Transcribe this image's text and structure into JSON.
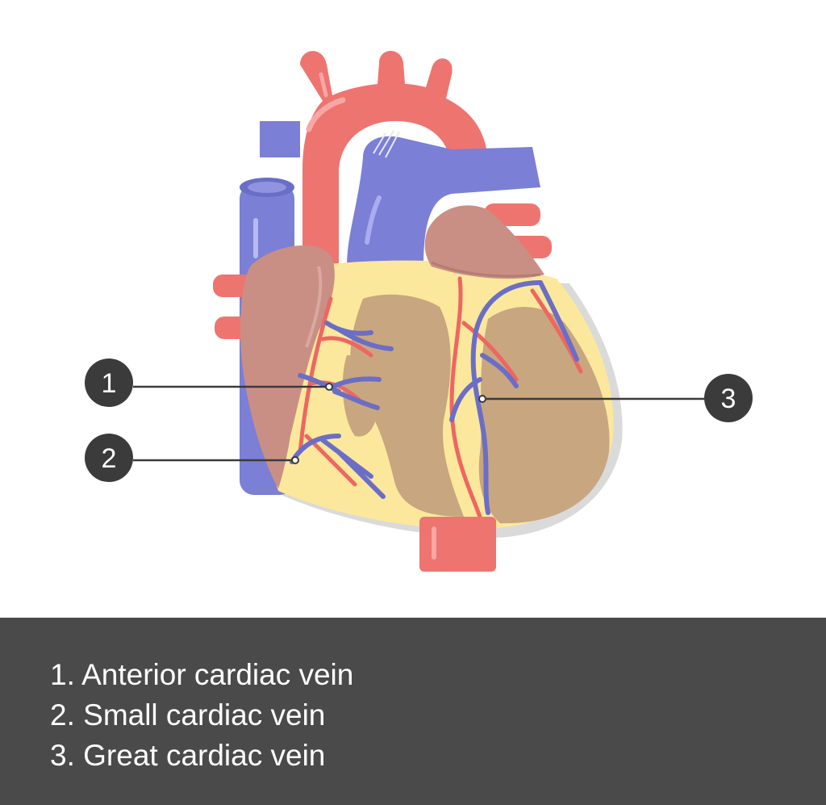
{
  "colors": {
    "artery": "#ee7470",
    "artery_dark": "#d9605d",
    "vein": "#7b7fd6",
    "vein_dark": "#6a6ec7",
    "fat": "#fbe89c",
    "myocardium": "#c8a680",
    "atrium": "#c98f85",
    "callout_fill": "#3b3b3b",
    "legend_bg": "#4a4a4a"
  },
  "callouts": [
    {
      "number": "1"
    },
    {
      "number": "2"
    },
    {
      "number": "3"
    }
  ],
  "legend": {
    "items": [
      "1. Anterior cardiac vein",
      "2. Small cardiac vein",
      "3. Great cardiac vein"
    ]
  }
}
